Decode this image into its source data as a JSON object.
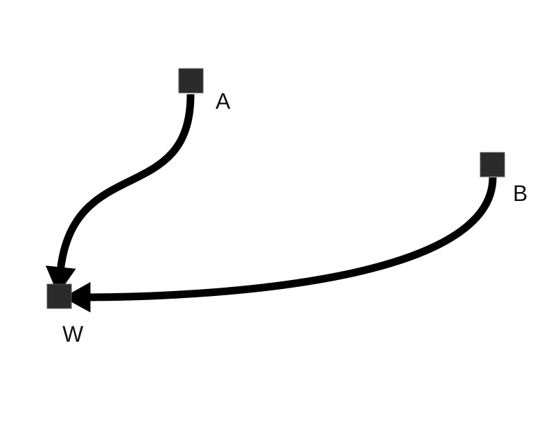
{
  "diagram": {
    "nodes": [
      {
        "id": "A",
        "label": "A"
      },
      {
        "id": "B",
        "label": "B"
      },
      {
        "id": "W",
        "label": "W"
      }
    ],
    "edges": [
      {
        "from": "A",
        "to": "W"
      },
      {
        "from": "B",
        "to": "W"
      }
    ],
    "colors": {
      "node_fill": "#2b2b2b",
      "edge": "#000000",
      "label": "#111111",
      "background": "#ffffff"
    }
  }
}
